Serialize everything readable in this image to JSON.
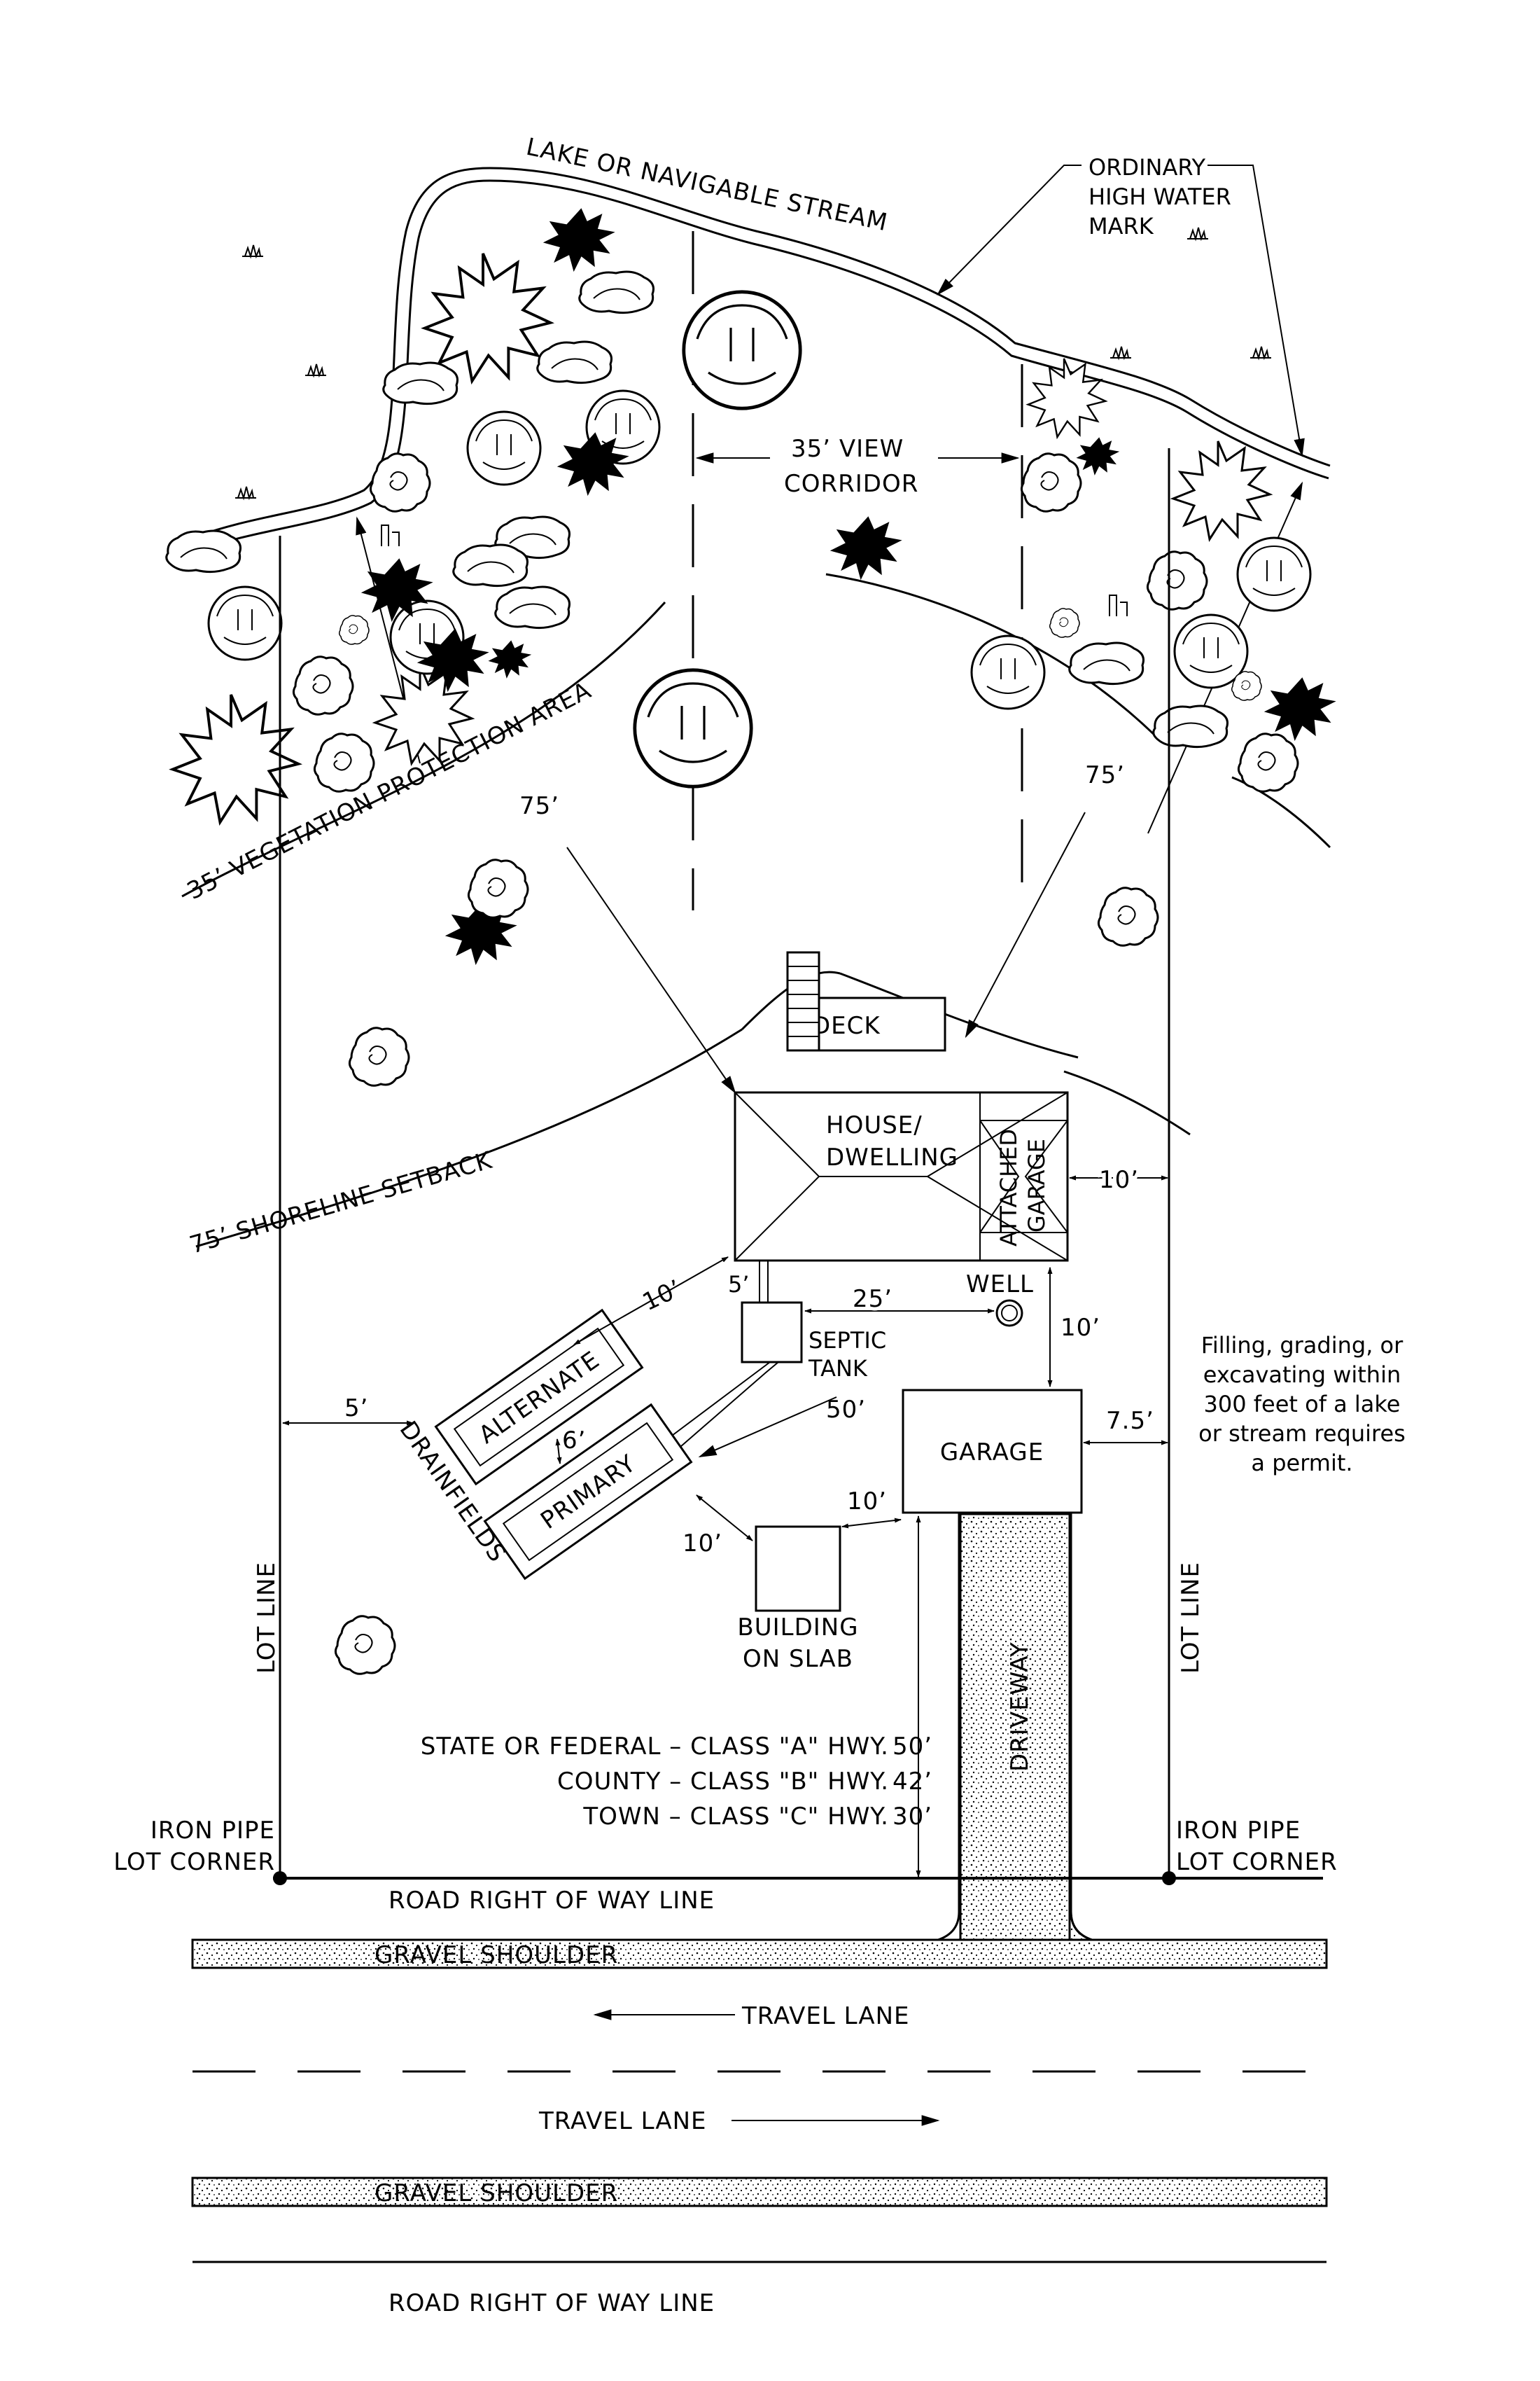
{
  "water": {
    "name": "LAKE OR NAVIGABLE STREAM",
    "ohwm": [
      "ORDINARY",
      "HIGH WATER",
      "MARK"
    ]
  },
  "corridor": [
    "35’ VIEW",
    "CORRIDOR"
  ],
  "setbacks": {
    "vegetation": "35’ VEGETATION PROTECTION AREA",
    "shoreline": "75’ SHORELINE SETBACK",
    "left_75": "75’",
    "right_75": "75’"
  },
  "structures": {
    "deck": "DECK",
    "house": [
      "HOUSE/",
      "DWELLING"
    ],
    "attached_garage": [
      "ATTACHED",
      "GARAGE"
    ],
    "well": "WELL",
    "septic": [
      "SEPTIC",
      "TANK"
    ],
    "garage": "GARAGE",
    "building_slab": [
      "BUILDING",
      "ON SLAB"
    ],
    "alternate": "ALTERNATE",
    "primary": "PRIMARY",
    "drainfields": "DRAINFIELDS",
    "driveway": "DRIVEWAY"
  },
  "dimensions": {
    "house_side": "10’",
    "septic_house": "5’",
    "septic_well": "25’",
    "alt_house": "10’",
    "well_garage": "10’",
    "lot_alt": "5’",
    "alt_prim": "6’",
    "prim_septic": "50’",
    "garage_side": "7.5’",
    "slab_garage": "10’",
    "prim_slab": "10’"
  },
  "note": [
    "Filling, grading, or",
    "excavating within",
    "300 feet of a lake",
    "or stream requires",
    "a permit."
  ],
  "highway": [
    {
      "label": "STATE OR FEDERAL – CLASS \"A\" HWY.",
      "value": "50’"
    },
    {
      "label": "COUNTY – CLASS \"B\" HWY.",
      "value": "42’"
    },
    {
      "label": "TOWN – CLASS \"C\" HWY.",
      "value": "30’"
    }
  ],
  "lot_line": "LOT LINE",
  "corner": [
    "IRON PIPE",
    "LOT CORNER"
  ],
  "road": {
    "row": "ROAD RIGHT OF WAY LINE",
    "shoulder": "GRAVEL SHOULDER",
    "lane": "TRAVEL LANE"
  }
}
